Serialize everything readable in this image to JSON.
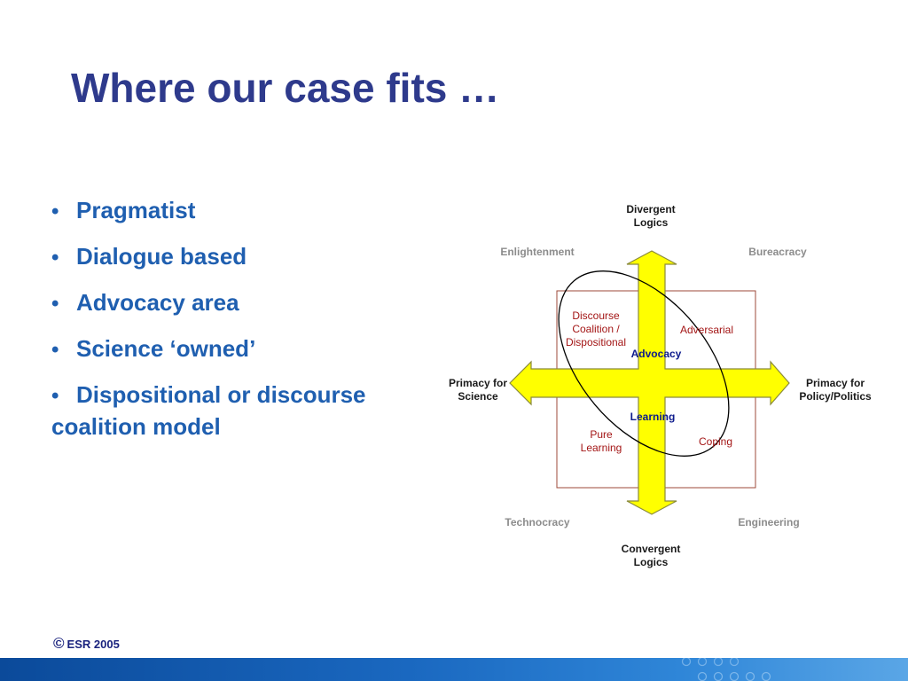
{
  "slide": {
    "title": "Where our case fits …"
  },
  "bullets": [
    "Pragmatist",
    "Dialogue based",
    "Advocacy area",
    "Science ‘owned’",
    "Dispositional or discourse",
    "coalition model"
  ],
  "diagram": {
    "top_label": [
      "Divergent",
      "Logics"
    ],
    "bottom_label": [
      "Convergent",
      "Logics"
    ],
    "left_label": [
      "Primacy for",
      "Science"
    ],
    "right_label": [
      "Primacy for",
      "Policy/Politics"
    ],
    "corner_top_left": "Enlightenment",
    "corner_top_right": "Bureacracy",
    "corner_bottom_left": "Technocracy",
    "corner_bottom_right": "Engineering",
    "discourse": [
      "Discourse",
      "Coalition /",
      "Dispositional"
    ],
    "adversarial": "Adversarial",
    "advocacy": "Advocacy",
    "learning": "Learning",
    "pure_learning": [
      "Pure",
      "Learning"
    ],
    "coping": "Coping",
    "colors": {
      "arrow_fill": "#ffff00",
      "arrow_stroke": "#8a8a3a",
      "box_stroke": "#9c4a3a",
      "dark_red": "#a31515",
      "navy": "#0c1a8c",
      "gray": "#8c8c8c"
    }
  },
  "footer": {
    "copyright_symbol": "©",
    "text": "ESR 2005"
  }
}
